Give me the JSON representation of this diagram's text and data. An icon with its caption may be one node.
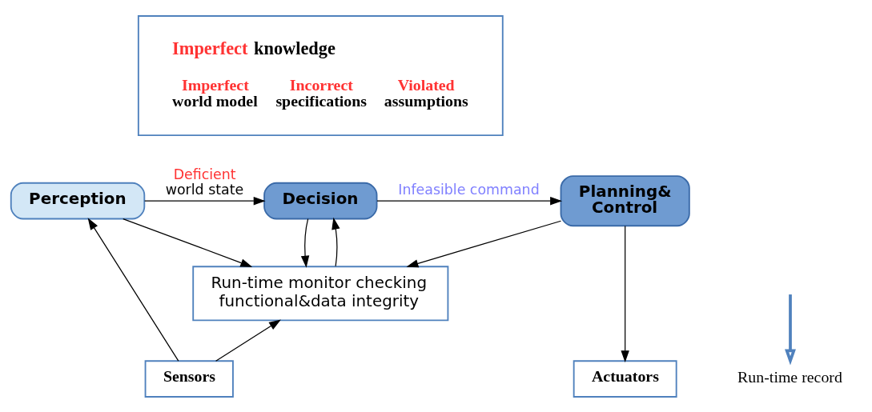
{
  "diagram": {
    "nodes": [
      {
        "text": [
          "Imperfect knowledge",
          "Imperfect world model",
          "Incorrect specifications",
          "Violated assumptions"
        ]
      },
      {
        "text": [
          "Perception"
        ]
      },
      {
        "text": [
          "Decision"
        ]
      },
      {
        "text": [
          "Planning& Control"
        ]
      },
      {
        "text": [
          "Run-time monitor checking functional&data integrity"
        ]
      },
      {
        "text": [
          "Sensors"
        ]
      },
      {
        "text": [
          "Run-time record"
        ]
      },
      {
        "text": [
          "Actuators"
        ]
      }
    ],
    "edges": [
      {
        "from": 1,
        "to": 2,
        "arrow": "to",
        "label": "Deficient world state"
      },
      {
        "from": 2,
        "to": 3,
        "arrow": "to",
        "label": "Infeasible command"
      },
      {
        "from": 1,
        "to": 4,
        "arrow": "to"
      },
      {
        "from": 2,
        "to": 4,
        "arrow": "to"
      },
      {
        "from": 4,
        "to": 2,
        "arrow": "to"
      },
      {
        "from": 3,
        "to": 4,
        "arrow": "to"
      },
      {
        "from": 3,
        "to": 7,
        "arrow": "to"
      },
      {
        "from": 5,
        "to": 1,
        "arrow": "to"
      },
      {
        "from": 5,
        "to": 4,
        "arrow": "to"
      },
      {
        "from": null,
        "to": 6,
        "arrow": "to",
        "style": "thick",
        "color": "#4f81bd"
      }
    ]
  }
}
